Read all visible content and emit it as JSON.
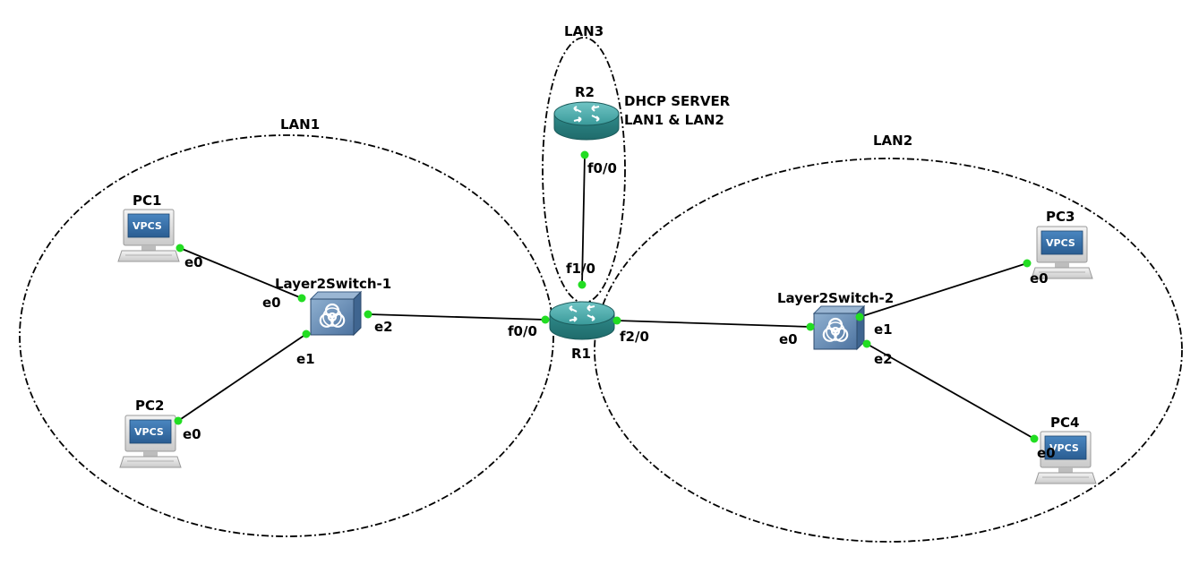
{
  "lans": {
    "lan1": "LAN1",
    "lan2": "LAN2",
    "lan3": "LAN3"
  },
  "note": {
    "line1": "DHCP SERVER",
    "line2": "LAN1 & LAN2"
  },
  "nodes": {
    "pc1": "PC1",
    "pc2": "PC2",
    "pc3": "PC3",
    "pc4": "PC4",
    "sw1": "Layer2Switch-1",
    "sw2": "Layer2Switch-2",
    "r1": "R1",
    "r2": "R2",
    "vpcs": "VPCS"
  },
  "interfaces": {
    "pc1_e0": "e0",
    "pc2_e0": "e0",
    "sw1_e0": "e0",
    "sw1_e1": "e1",
    "sw1_e2": "e2",
    "r1_f00": "f0/0",
    "r1_f10": "f1/0",
    "r1_f20": "f2/0",
    "r2_f00": "f0/0",
    "sw2_e0": "e0",
    "sw2_e1": "e1",
    "sw2_e2": "e2",
    "pc3_e0": "e0",
    "pc4_e0": "e0"
  },
  "colors": {
    "link_dot": "#22dd22",
    "router": "#2e8b8b",
    "switch": "#5a7fa8",
    "vpcs_screen": "#2f6aa6"
  }
}
